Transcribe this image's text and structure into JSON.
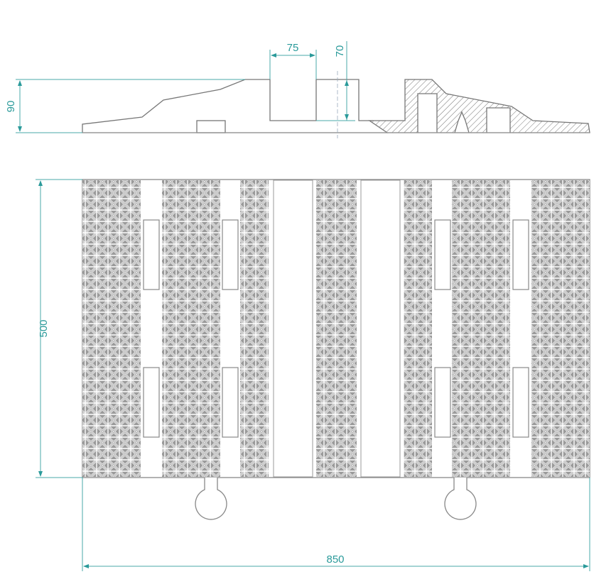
{
  "drawing": {
    "title": "Cable protector ramp – section and plan view",
    "dimensions": {
      "height": "90",
      "channel_width": "75",
      "channel_depth": "70",
      "length": "500",
      "width": "850"
    },
    "colors": {
      "dimension": "#2a9a9a",
      "outline": "#777777",
      "pattern_dark": "#8a8a8a"
    }
  }
}
